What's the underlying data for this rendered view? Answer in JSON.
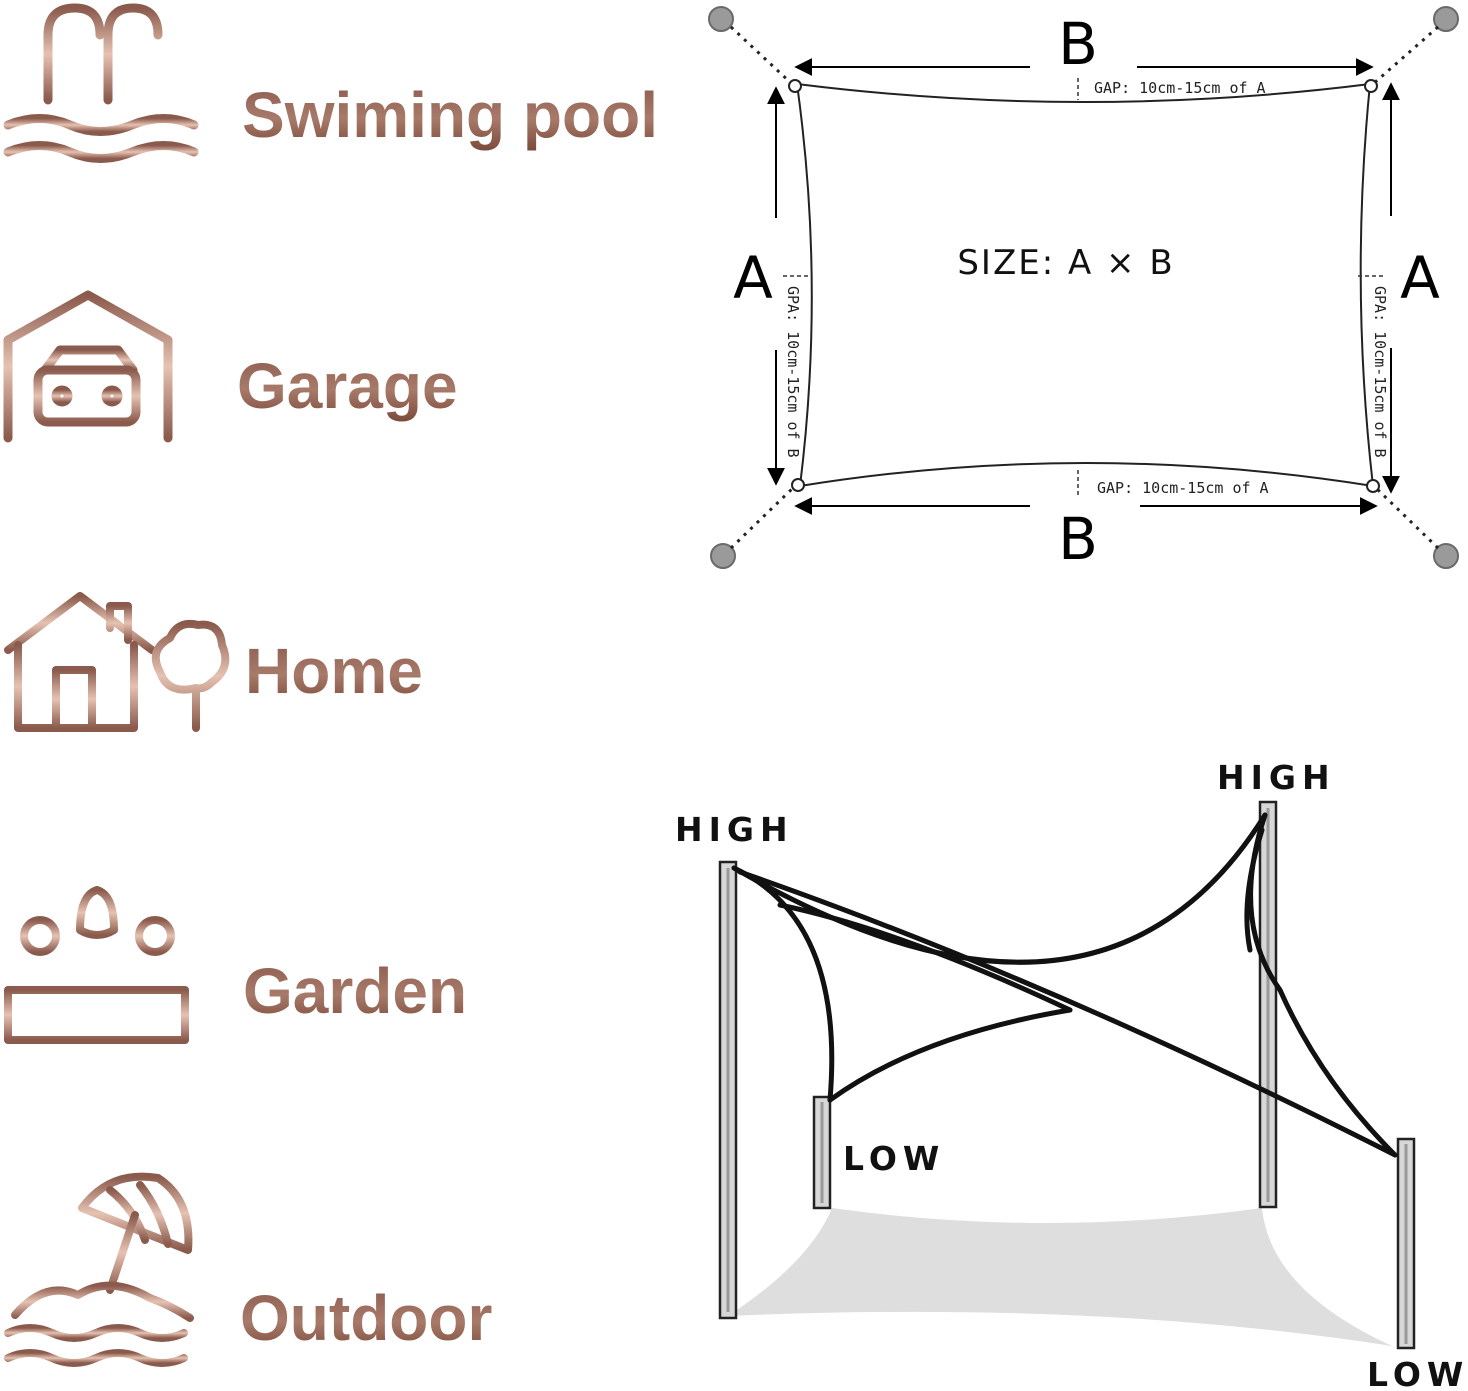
{
  "categories": [
    {
      "label": "Swiming pool",
      "icon": "swimming-pool-icon"
    },
    {
      "label": "Garage",
      "icon": "garage-icon"
    },
    {
      "label": "Home",
      "icon": "home-icon"
    },
    {
      "label": "Garden",
      "icon": "garden-icon"
    },
    {
      "label": "Outdoor",
      "icon": "outdoor-icon"
    }
  ],
  "size_diagram": {
    "top_label": "B",
    "bottom_label": "B",
    "left_label": "A",
    "right_label": "A",
    "size_text": "SIZE: A × B",
    "gap_top": "GAP: 10cm-15cm of A",
    "gap_bottom": "GAP: 10cm-15cm of A",
    "gap_left": "GPA: 10cm-15cm of B",
    "gap_right": "GPA: 10cm-15cm of B"
  },
  "install_diagram": {
    "high_left": "HIGH",
    "high_right": "HIGH",
    "low_left": "LOW",
    "low_right": "LOW"
  },
  "colors": {
    "brown_dark": "#7a4a3a",
    "brown_light": "#e8c6b6",
    "post_gray": "#b0b0b0"
  }
}
